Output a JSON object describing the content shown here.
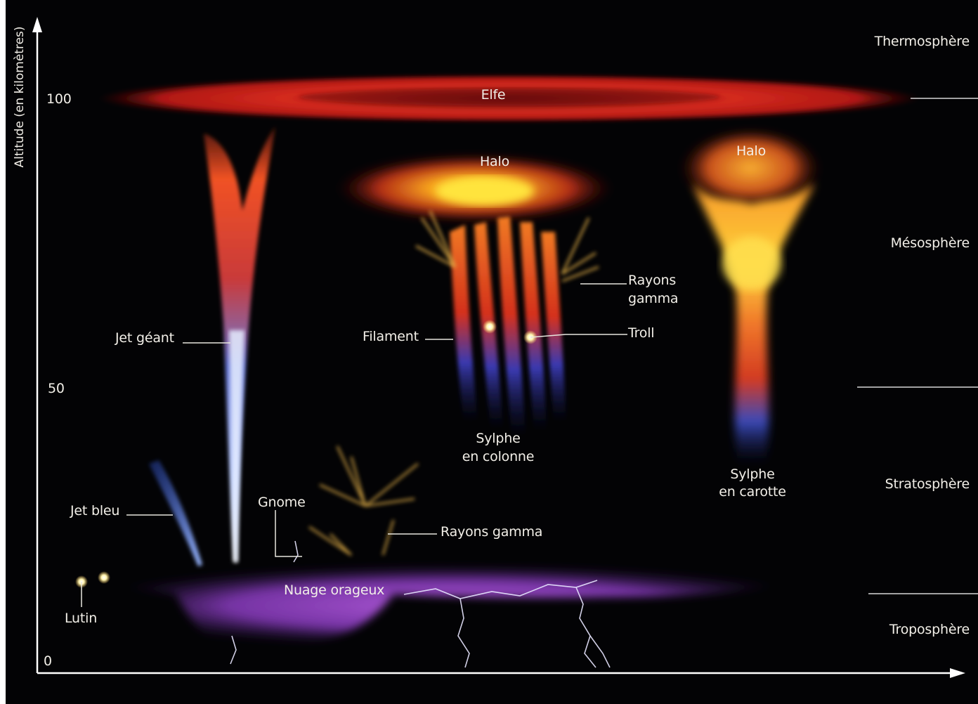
{
  "axis": {
    "y_title": "Altitude (en kilomètres)",
    "ticks": [
      "100",
      "50",
      "0"
    ]
  },
  "layers": [
    "Thermosphère",
    "Mésosphère",
    "Stratosphère",
    "Troposphère"
  ],
  "phenomena": {
    "elfe": "Elfe",
    "halo_left": "Halo",
    "halo_right": "Halo",
    "jet_geant": "Jet géant",
    "jet_bleu": "Jet bleu",
    "lutin": "Lutin",
    "gnome": "Gnome",
    "rayons_gamma_low": "Rayons gamma",
    "rayons_gamma_high_1": "Rayons",
    "rayons_gamma_high_2": "gamma",
    "filament": "Filament",
    "troll": "Troll",
    "sylphe_colonne_1": "Sylphe",
    "sylphe_colonne_2": "en colonne",
    "sylphe_carotte_1": "Sylphe",
    "sylphe_carotte_2": "en carotte",
    "nuage": "Nuage orageux"
  }
}
